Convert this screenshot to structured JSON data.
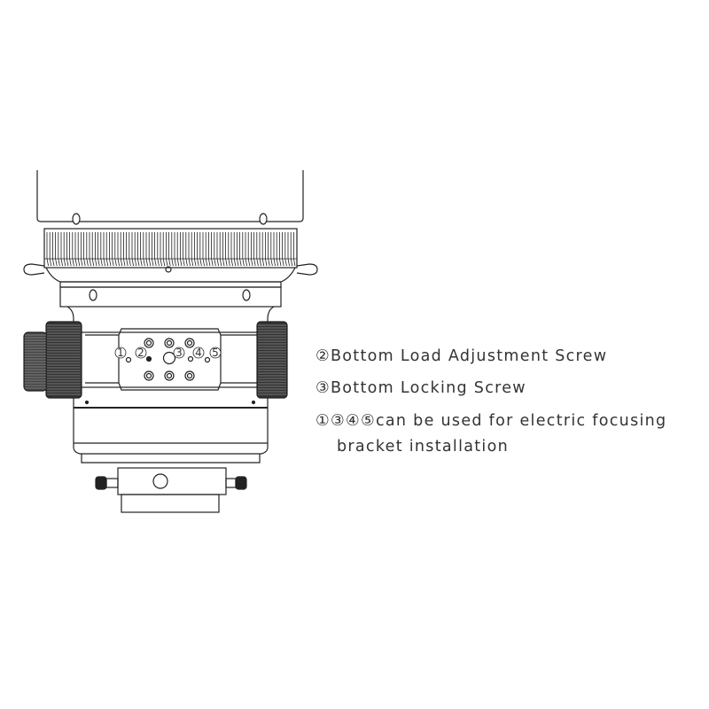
{
  "diagram": {
    "callout_numbers": [
      "1",
      "2",
      "3",
      "4",
      "5"
    ],
    "legend": [
      {
        "marker": "②",
        "text": "Bottom Load Adjustment Screw"
      },
      {
        "marker": "③",
        "text": "Bottom Locking Screw"
      },
      {
        "marker": "①③④⑤",
        "text": "can be used for electric focusing",
        "continuation": "bracket installation"
      }
    ],
    "colors": {
      "line": "#222222",
      "text": "#333333",
      "background": "#ffffff"
    }
  }
}
